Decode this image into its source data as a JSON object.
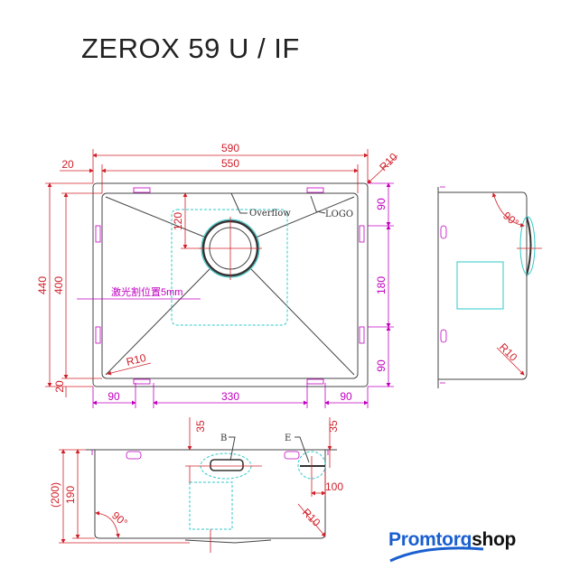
{
  "title": "ZEROX 59 U / IF",
  "top_view": {
    "dims": {
      "overall_width": "590",
      "inner_width": "550",
      "flange": "20",
      "corner_radius": "R10",
      "overall_depth": "440",
      "inner_depth": "400",
      "drain_offset": "120",
      "right_top": "90",
      "right_mid": "180",
      "right_bottom": "90",
      "bottom_left": "90",
      "bottom_mid": "330",
      "bottom_right": "90",
      "bottom_flange": "20",
      "inner_radius": "R10"
    },
    "labels": {
      "overflow": "Overflow",
      "logo": "LOGO",
      "laser_cut": "激光割位置5mm"
    }
  },
  "side_view": {
    "angle": "90°",
    "radius": "R10"
  },
  "front_view": {
    "dims": {
      "total_height": "(200)",
      "bowl_height": "190",
      "b_offset": "35",
      "e_offset": "35",
      "e_distance": "100",
      "radius": "R10",
      "angle": "90°"
    },
    "labels": {
      "b": "B",
      "e": "E"
    }
  },
  "brand": {
    "part1": "Promtorg",
    "part2": "shop",
    "color": "#1a5fd0"
  }
}
